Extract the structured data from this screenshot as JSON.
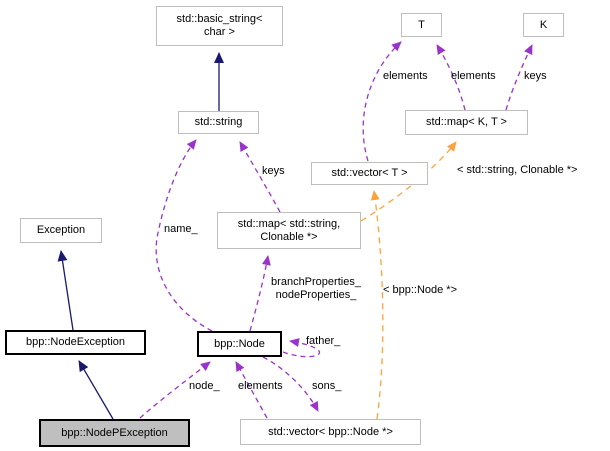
{
  "diagram": {
    "title": "bpp::NodePException collaboration graph",
    "colors": {
      "inheritance": "#191970",
      "usage": "#9a32cd",
      "template_instantiation": "#ffa23c",
      "external_border": "#bebebe",
      "documented_border": "#000000",
      "current_node_fill": "#bfbfbf"
    },
    "nodes": {
      "basic_string": {
        "line1": "std::basic_string<",
        "line2": "char >"
      },
      "string": {
        "label": "std::string"
      },
      "t": {
        "label": "T"
      },
      "k": {
        "label": "K"
      },
      "map_kt": {
        "label": "std::map< K, T >"
      },
      "vector_t": {
        "label": "std::vector< T >"
      },
      "map_string_clonable": {
        "line1": "std::map< std::string,",
        "line2": "Clonable *>"
      },
      "exception": {
        "label": "Exception"
      },
      "node_exception": {
        "label": "bpp::NodeException"
      },
      "node": {
        "label": "bpp::Node"
      },
      "nodep_exception": {
        "label": "bpp::NodePException"
      },
      "vector_node": {
        "label": "std::vector< bpp::Node *>"
      }
    },
    "edge_labels": {
      "elements_vector_t": "elements",
      "elements_map_kt": "elements",
      "keys_map_kt": "keys",
      "keys_map_string": "keys",
      "template_map_args": "< std::string, Clonable *>",
      "name_member": "name_",
      "branch_properties": "branchProperties_",
      "node_properties": "nodeProperties_",
      "template_vector_args": "< bpp::Node *>",
      "father_member": "father_",
      "node_member": "node_",
      "elements_vector_node": "elements",
      "sons_member": "sons_"
    }
  }
}
